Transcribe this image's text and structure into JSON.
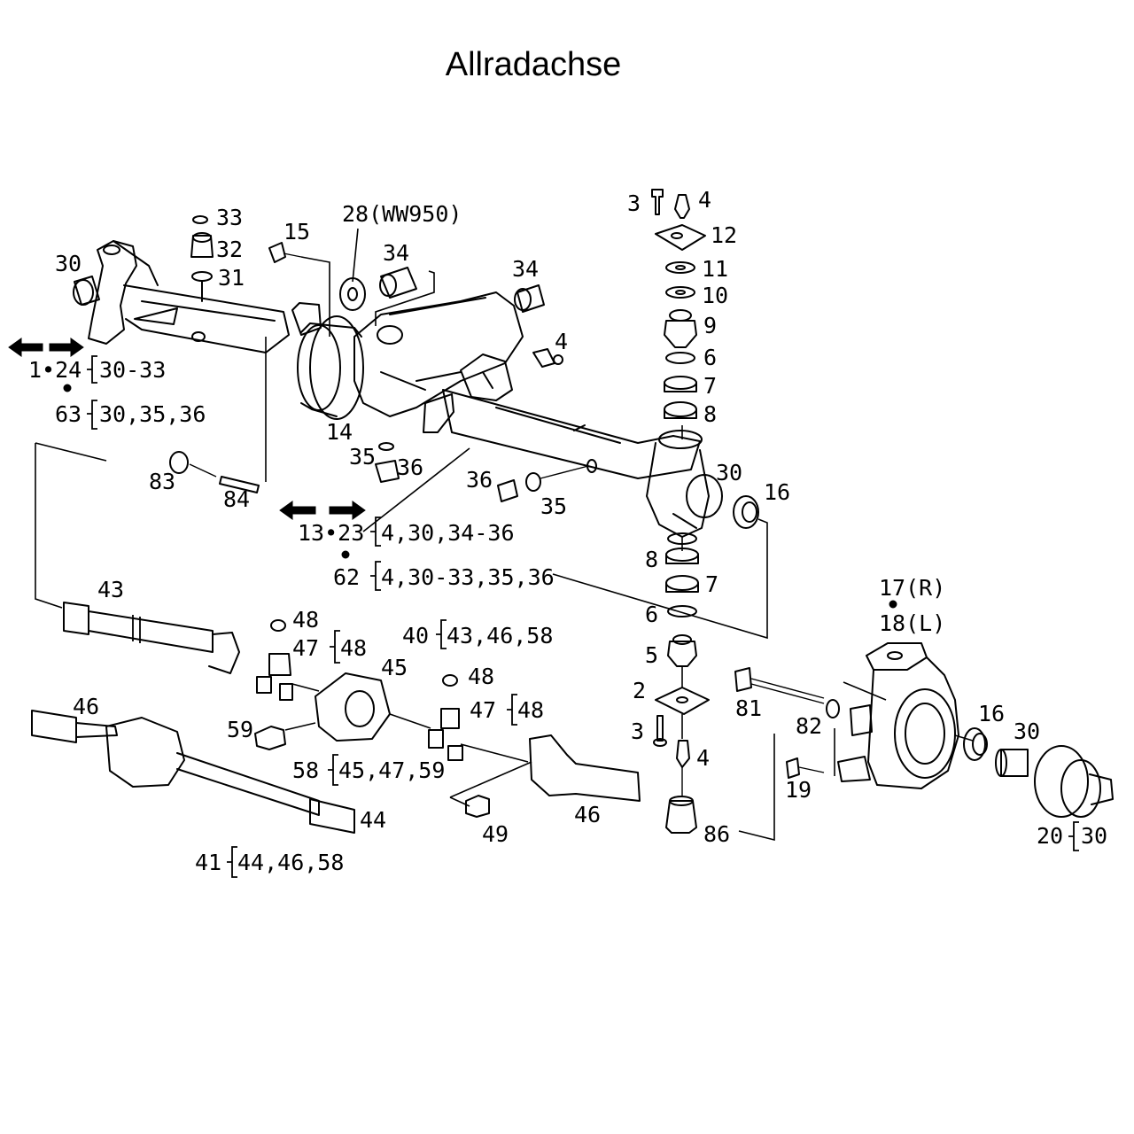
{
  "title": "Allradachse",
  "labels": {
    "l33": "33",
    "l32": "32",
    "l31": "31",
    "l30a": "30",
    "l15": "15",
    "l28": "28(WW950)",
    "l34a": "34",
    "l34b": "34",
    "l4a": "4",
    "l3a": "3",
    "l4b": "4",
    "l12": "12",
    "l11": "11",
    "l10": "10",
    "l9": "9",
    "l6a": "6",
    "l7a": "7",
    "l8a": "8",
    "l14": "14",
    "l35a": "35",
    "l36a": "36",
    "l83": "83",
    "l84": "84",
    "l36b": "36",
    "l35b": "35",
    "l30b": "30",
    "l16a": "16",
    "g1_left": "1•24",
    "g1_list": "30-33",
    "g2_left": "63",
    "g2_list": "30,35,36",
    "g3_left": "13•23",
    "g3_list": "4,30,34-36",
    "g4_left": "62",
    "g4_list": "4,30-33,35,36",
    "l8b": "8",
    "l7b": "7",
    "l6b": "6",
    "l5": "5",
    "l2": "2",
    "l3b": "3",
    "l4c": "4",
    "l86": "86",
    "l17": "17(R)",
    "l18": "18(L)",
    "l81": "81",
    "l82": "82",
    "l19": "19",
    "l16b": "16",
    "l30c": "30",
    "g5_left": "20",
    "g5_list": "30",
    "l43": "43",
    "l48a": "48",
    "g6_left": "47",
    "g6_list": "48",
    "l45": "45",
    "g7_left": "40",
    "g7_list": "43,46,58",
    "l48b": "48",
    "g8_left": "47",
    "g8_list": "48",
    "l46a": "46",
    "l59": "59",
    "g9_left": "58",
    "g9_list": "45,47,59",
    "l44": "44",
    "l49": "49",
    "l46b": "46",
    "g10_left": "41",
    "g10_list": "44,46,58"
  }
}
